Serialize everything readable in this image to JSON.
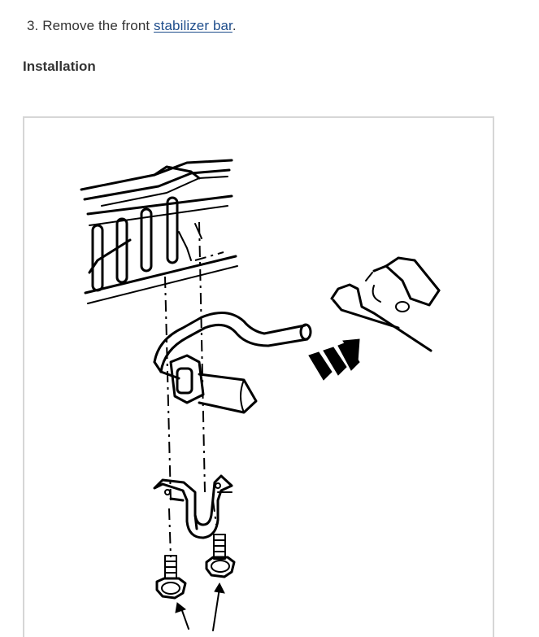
{
  "step": {
    "number": "3.",
    "text_before": "Remove the front",
    "link_text": "stabilizer bar",
    "text_after": "."
  },
  "section": {
    "heading": "Installation"
  },
  "figure": {
    "icon": "stabilizer-bar-installation-illustration"
  }
}
